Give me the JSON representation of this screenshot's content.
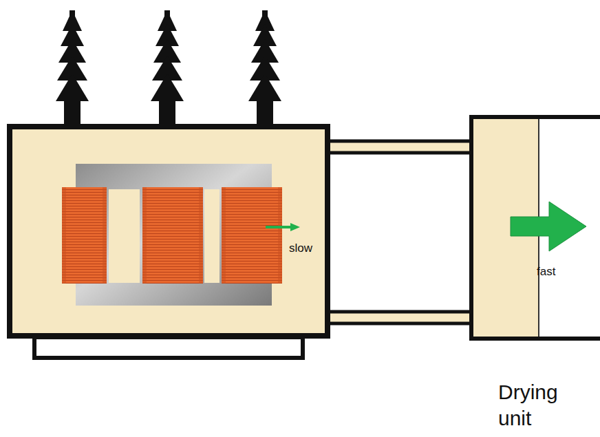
{
  "diagram": {
    "nodes": [
      {
        "text": [
          "slow"
        ]
      },
      {
        "text": [
          "fast",
          "Drying unit"
        ]
      }
    ],
    "edges": [
      {
        "from": 0,
        "to": 1,
        "arrow": "none"
      }
    ]
  }
}
